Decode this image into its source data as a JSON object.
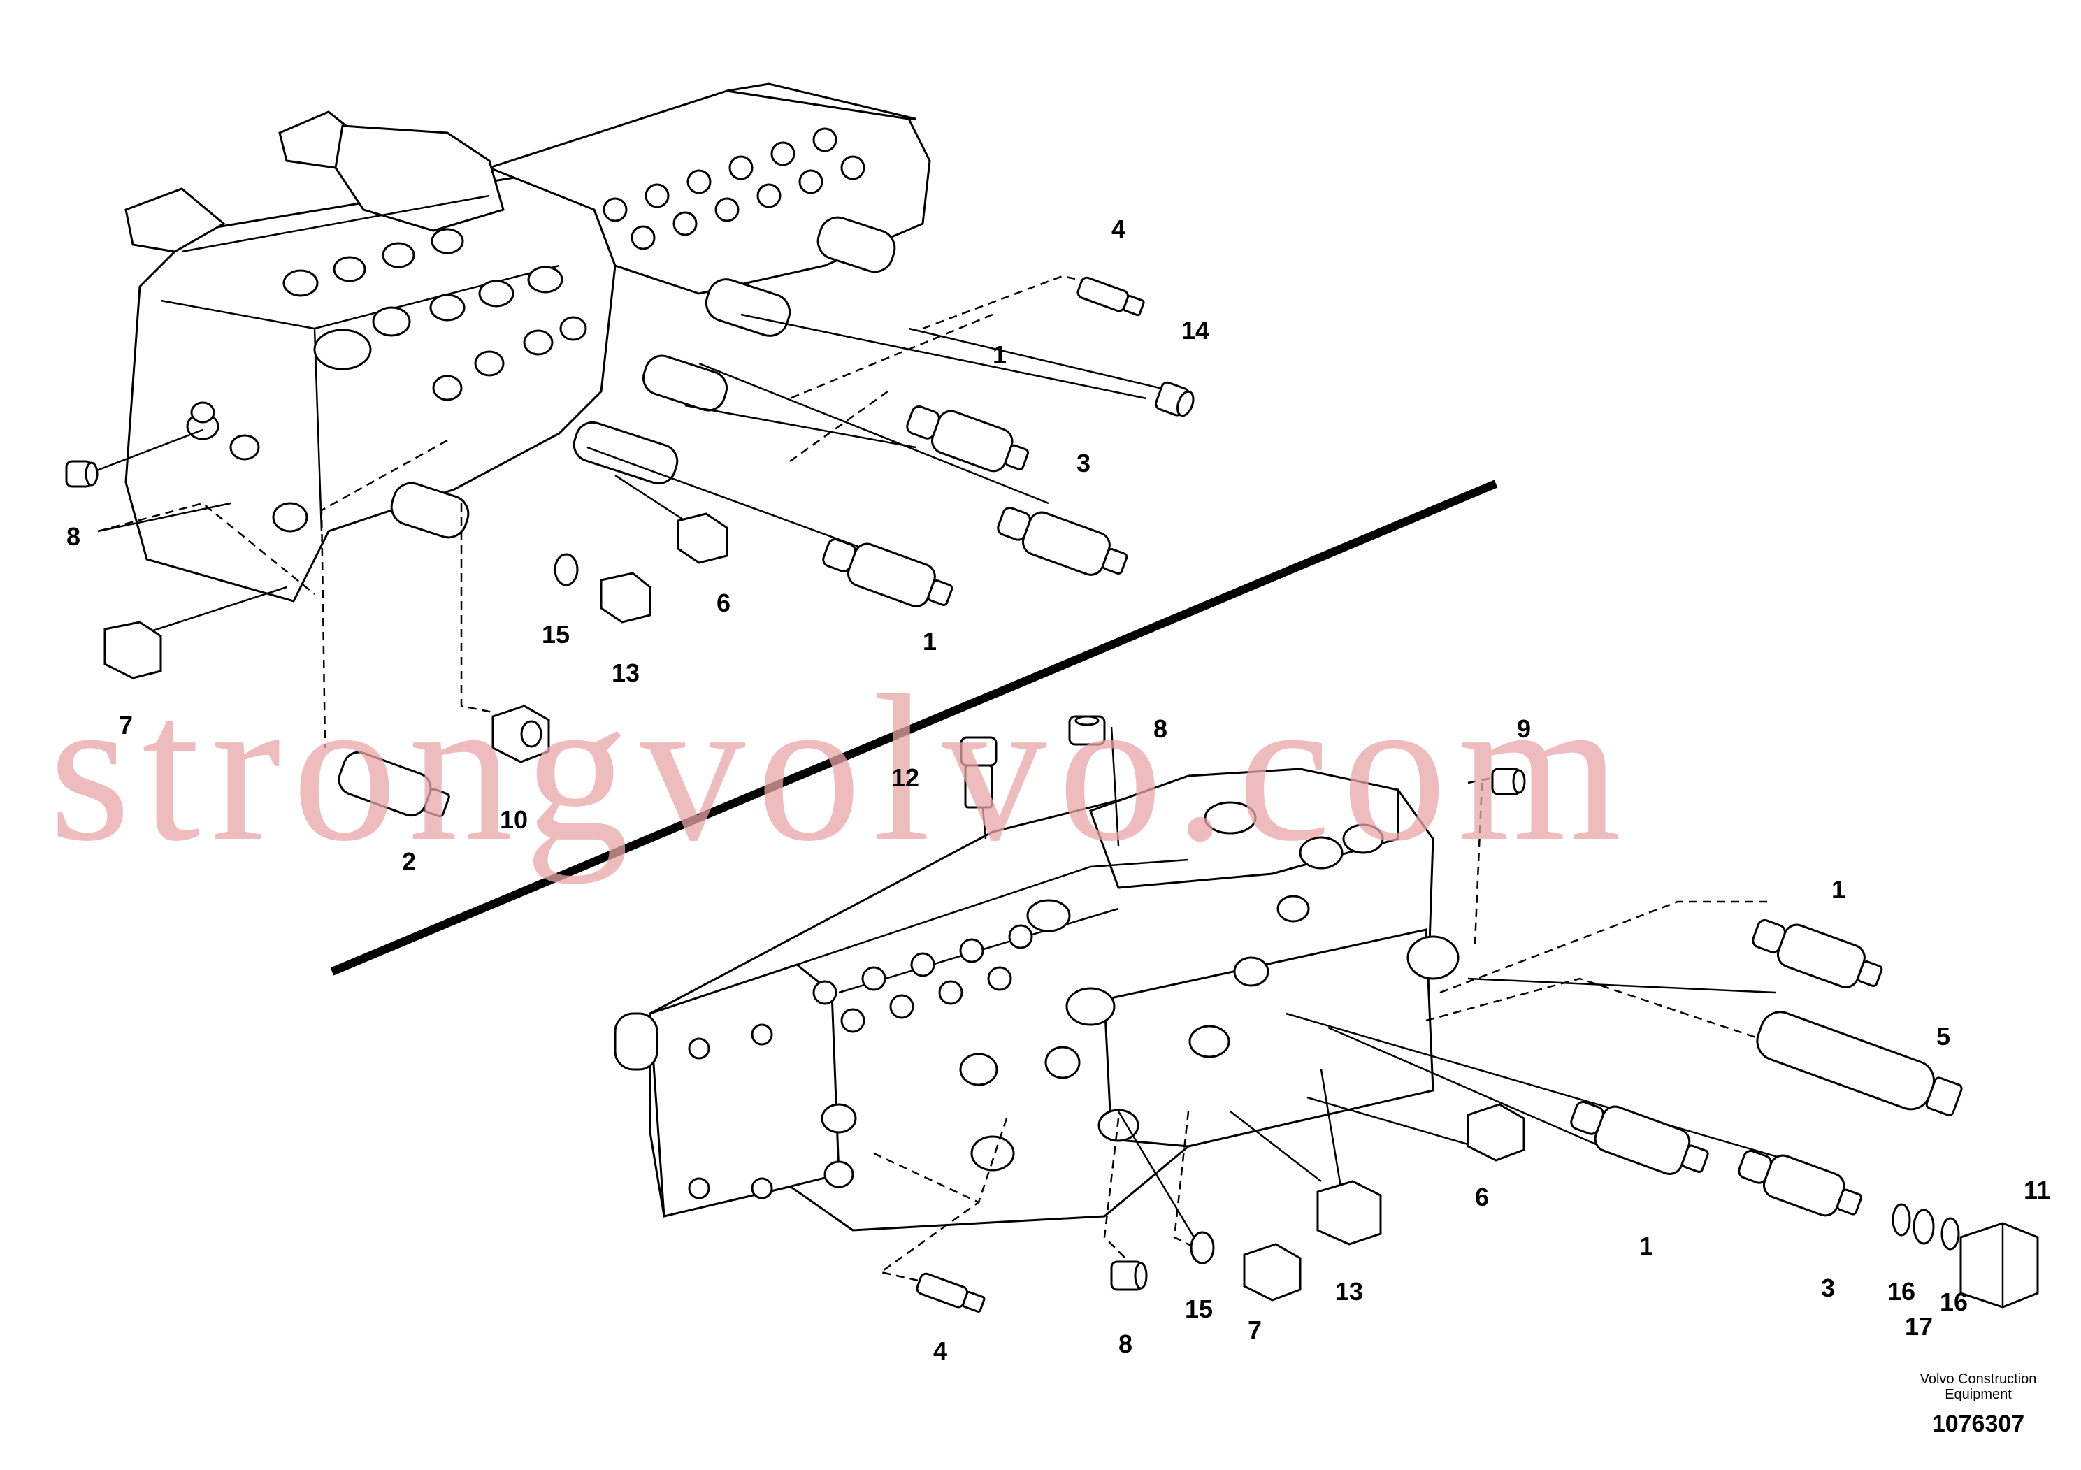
{
  "diagram": {
    "labels": {
      "upper": {
        "n4": "4",
        "n14": "14",
        "n1a": "1",
        "n3": "3",
        "n1b": "1",
        "n8": "8",
        "n6": "6",
        "n15": "15",
        "n13": "13",
        "n7": "7",
        "n10": "10",
        "n2": "2"
      },
      "lower": {
        "n8a": "8",
        "n12": "12",
        "n9": "9",
        "n1a": "1",
        "n5": "5",
        "n6": "6",
        "n1b": "1",
        "n3": "3",
        "n11": "11",
        "n16a": "16",
        "n16b": "16",
        "n17": "17",
        "n4": "4",
        "n8b": "8",
        "n15": "15",
        "n7": "7",
        "n13": "13"
      }
    },
    "watermark": "strongvolvo.com"
  },
  "footer": {
    "brand_line1": "Volvo Construction",
    "brand_line2": "Equipment",
    "drawing_number": "1076307"
  }
}
